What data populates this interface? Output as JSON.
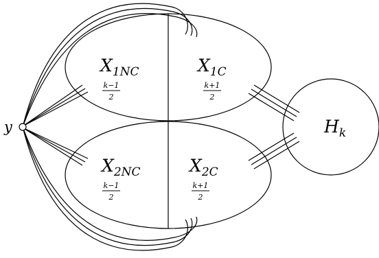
{
  "nodes": {
    "y": "y",
    "x1nc": {
      "base": "X",
      "sub": "1NC",
      "size": "k−1",
      "denom": "2"
    },
    "x1c": {
      "base": "X",
      "sub": "1C",
      "size": "k+1",
      "denom": "2"
    },
    "x2nc": {
      "base": "X",
      "sub": "2NC",
      "size": "k−1",
      "denom": "2"
    },
    "x2c": {
      "base": "X",
      "sub": "2C",
      "size": "k+1",
      "denom": "2"
    },
    "hk": {
      "base": "H",
      "sub": "k"
    }
  }
}
